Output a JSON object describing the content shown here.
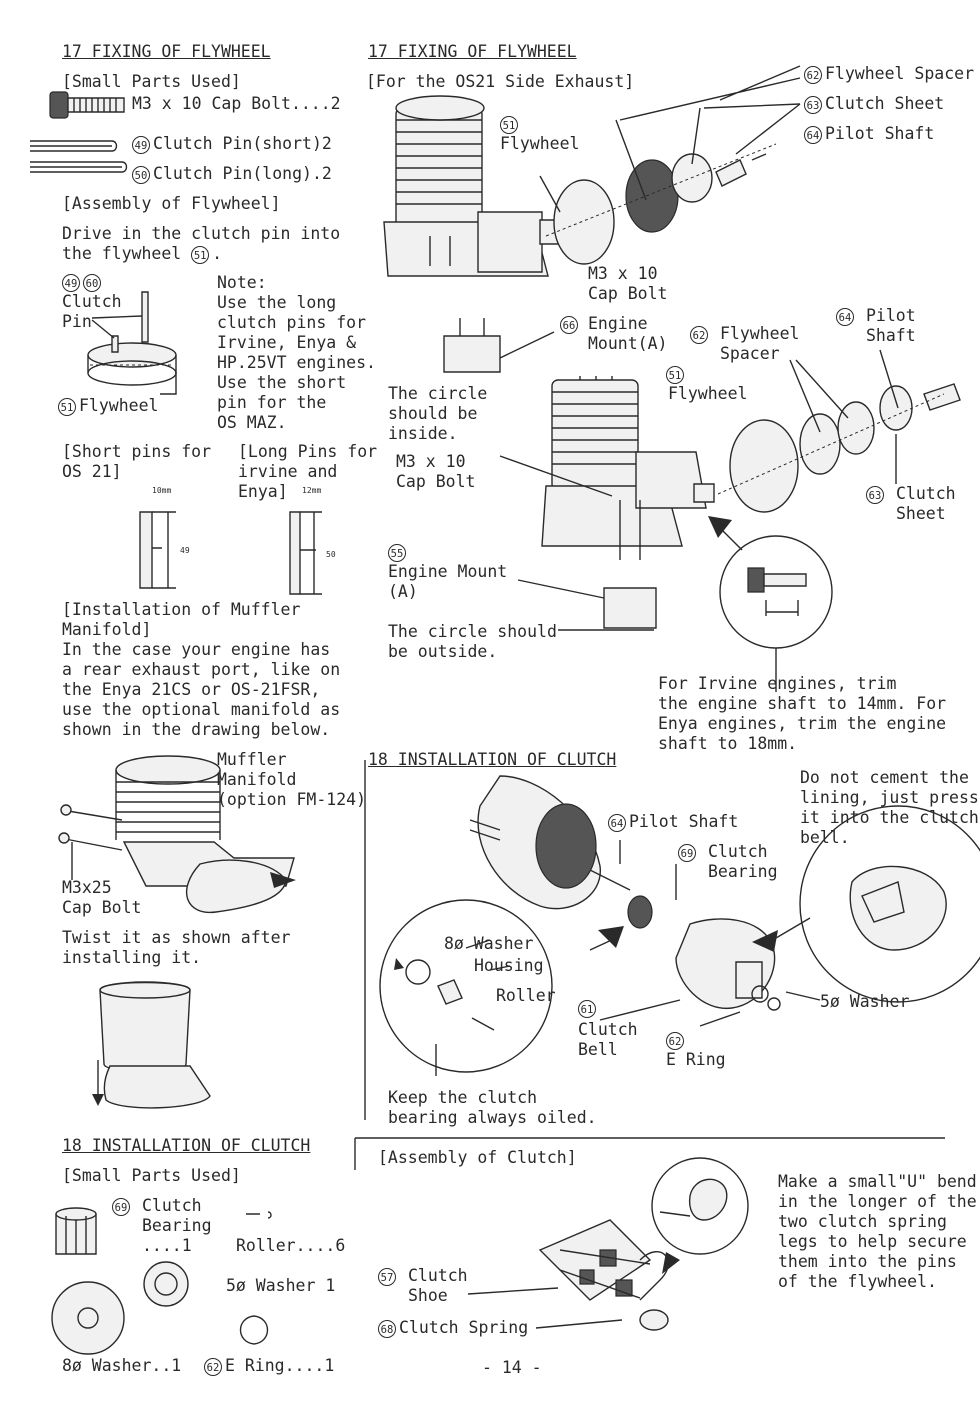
{
  "left": {
    "title": "17 FIXING OF FLYWHEEL",
    "small_parts_heading": "[Small Parts Used]",
    "part_bolt": "M3 x 10 Cap Bolt....2",
    "part_pin_short_num": "49",
    "part_pin_short": "Clutch Pin(short)2",
    "part_pin_long_num": "50",
    "part_pin_long": "Clutch Pin(long).2",
    "assembly_heading": "[Assembly of Flywheel]",
    "drive_text_1": "Drive in the clutch pin into",
    "drive_text_2": "the flywheel",
    "drive_num": "51",
    "drive_end": ".",
    "pin_nums_a": "49",
    "pin_nums_b": "60",
    "clutch_label": "Clutch",
    "pin_label": "Pin",
    "flywheel_num": "51",
    "flywheel_label": "Flywheel",
    "note_lines": "Note:\nUse the long\nclutch pins for\nIrvine, Enya &\nHP.25VT engines.\nUse the short\npin for the\nOS MAZ.",
    "short_pins": "[Short pins for\nOS 21]",
    "long_pins": "[Long Pins for\nirvine and\nEnya]",
    "dim_short_top": "10mm",
    "dim_short_num": "49",
    "dim_long_top": "12mm",
    "dim_long_num": "50",
    "muffler_heading": "[Installation of Muffler\nManifold]",
    "muffler_text": "In the case your engine has\na rear exhaust port, like on\nthe Enya 21CS or OS-21FSR,\nuse the optional manifold as\nshown in the drawing below.",
    "muffler_label": "Muffler\nManifold\n(option FM-124)",
    "cap_bolt_25": "M3x25\nCap Bolt",
    "twist_text": "Twist it as shown after\ninstalling it.",
    "clutch_title": "18 INSTALLATION OF CLUTCH",
    "clutch_small_parts": "[Small Parts Used]",
    "bearing_num": "69",
    "bearing_label": "Clutch\nBearing\n....1",
    "roller_label": "Roller....6",
    "washer5_label": "5ø Washer 1",
    "washer8_label": "8ø Washer..1",
    "ering_num": "62",
    "ering_label": "E Ring....1"
  },
  "right": {
    "title": "17 FIXING OF FLYWHEEL",
    "subtitle": "[For the OS21 Side Exhaust]",
    "spacer_num": "62",
    "spacer_label": "Flywheel Spacer",
    "sheet_num": "63",
    "sheet_label": "Clutch Sheet",
    "pilot_num": "64",
    "pilot_label": "Pilot Shaft",
    "flywheel_num": "51",
    "flywheel_label": "Flywheel",
    "bolt_label": "M3 x 10\nCap Bolt",
    "mount_num": "66",
    "mount_label": "Engine\nMount(A)",
    "spacer2_num": "62",
    "spacer2_label": "Flywheel\nSpacer",
    "pilot2_num": "64",
    "pilot2_label": "Pilot\nShaft",
    "flywheel2_num": "51",
    "flywheel2_label": "Flywheel",
    "circle_inside": "The circle\nshould be\ninside.",
    "bolt2_label": "M3 x 10\nCap Bolt",
    "sheet2_num": "63",
    "sheet2_label": "Clutch\nSheet",
    "mount2_num": "55",
    "mount2_label": "Engine Mount\n(A)",
    "circle_outside": "The circle should\nbe outside.",
    "irvine_note": "For Irvine engines, trim\nthe engine shaft to 14mm. For\nEnya engines, trim the engine\nshaft to 18mm.",
    "clutch_title": "18 INSTALLATION OF CLUTCH",
    "cement_note": "Do not cement the\nlining, just press\nit into the clutch\nbell.",
    "pilot3_num": "64",
    "pilot3_label": "Pilot Shaft",
    "bearing_num": "69",
    "bearing_label": "Clutch\nBearing",
    "washer8_label": "8ø Washer",
    "housing_label": "Housing",
    "roller_label": "Roller",
    "washer5_label": "5ø Washer",
    "bell_num": "61",
    "bell_label": "Clutch\nBell",
    "ering_num": "62",
    "ering_label": "E Ring",
    "oil_note": "Keep the clutch\nbearing always oiled.",
    "assembly_heading": "[Assembly of Clutch]",
    "spring_note": "Make a small\"U\" bend\nin the longer of the\ntwo clutch spring\nlegs to help secure\nthem into the pins\nof the flywheel.",
    "shoe_num": "57",
    "shoe_label": "Clutch\nShoe",
    "spring_num": "68",
    "spring_label": "Clutch Spring"
  },
  "page_number": "- 14 -"
}
